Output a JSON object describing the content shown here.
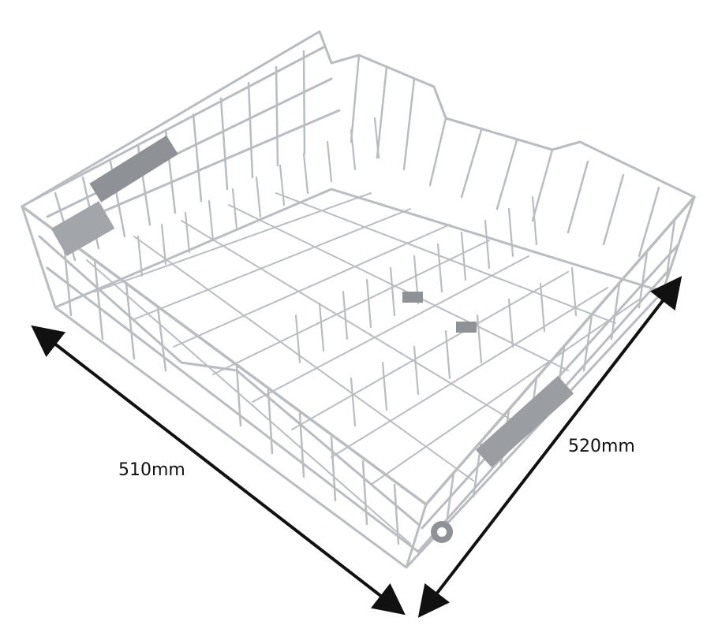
{
  "product": {
    "kind": "dishwasher upper basket (wire rack)",
    "wire_color": "#b9bcc1",
    "hardware_color": "#8e9297"
  },
  "dimensions": {
    "width_label": "510mm",
    "depth_label": "520mm",
    "arrow_color": "#111111"
  }
}
